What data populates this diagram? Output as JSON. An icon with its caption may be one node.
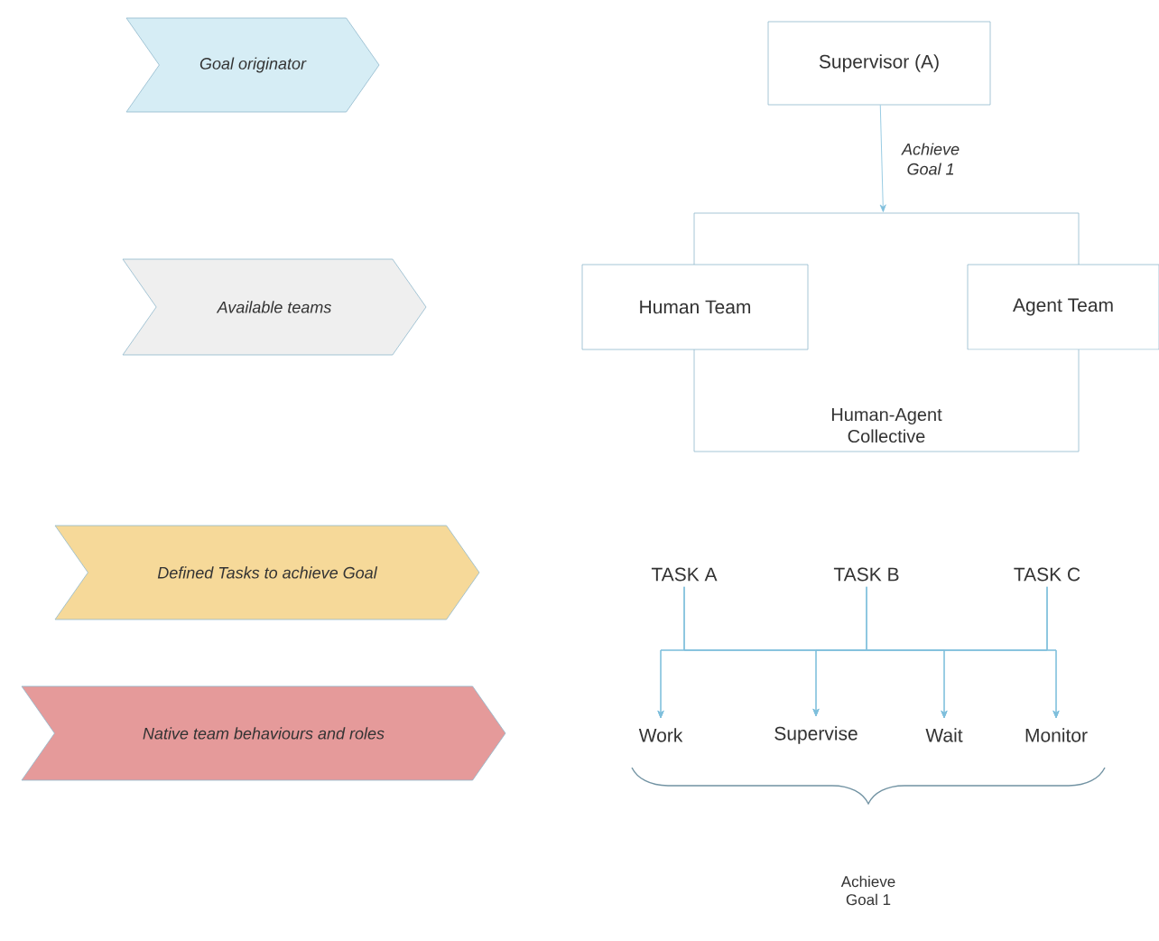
{
  "diagram": {
    "nodes": [
      {
        "text": [
          "Goal originator"
        ]
      },
      {
        "text": [
          "Available teams"
        ]
      },
      {
        "text": [
          "Defined Tasks to achieve Goal"
        ]
      },
      {
        "text": [
          "Native team behaviours and roles"
        ]
      },
      {
        "text": [
          "Supervisor (A)"
        ]
      },
      {
        "text": [
          "Human-Agent Collective"
        ]
      },
      {
        "text": [
          "Human Team"
        ]
      },
      {
        "text": [
          "Agent Team"
        ]
      },
      {
        "text": [
          "TASK A"
        ]
      },
      {
        "text": [
          "TASK B"
        ]
      },
      {
        "text": [
          "TASK C"
        ]
      },
      {
        "text": [
          "Work"
        ]
      },
      {
        "text": [
          "Supervise"
        ]
      },
      {
        "text": [
          "Wait"
        ]
      },
      {
        "text": [
          "Monitor"
        ]
      }
    ],
    "edges": [
      {
        "from": 4,
        "to": 5,
        "arrow": "to",
        "label": "Achieve Goal 1"
      },
      {
        "from": 8,
        "to": 11,
        "arrow": "to"
      },
      {
        "from": 8,
        "to": 12,
        "arrow": "to"
      },
      {
        "from": 8,
        "to": 13,
        "arrow": "to"
      },
      {
        "from": 8,
        "to": 14,
        "arrow": "to"
      },
      {
        "from": 9,
        "to": 11,
        "arrow": "to"
      },
      {
        "from": 9,
        "to": 12,
        "arrow": "to"
      },
      {
        "from": 9,
        "to": 13,
        "arrow": "to"
      },
      {
        "from": 9,
        "to": 14,
        "arrow": "to"
      },
      {
        "from": 10,
        "to": 11,
        "arrow": "to"
      },
      {
        "from": 10,
        "to": 12,
        "arrow": "to"
      },
      {
        "from": 10,
        "to": 13,
        "arrow": "to"
      },
      {
        "from": 10,
        "to": 14,
        "arrow": "to"
      }
    ],
    "labels": [
      "Achieve Goal 1"
    ]
  }
}
